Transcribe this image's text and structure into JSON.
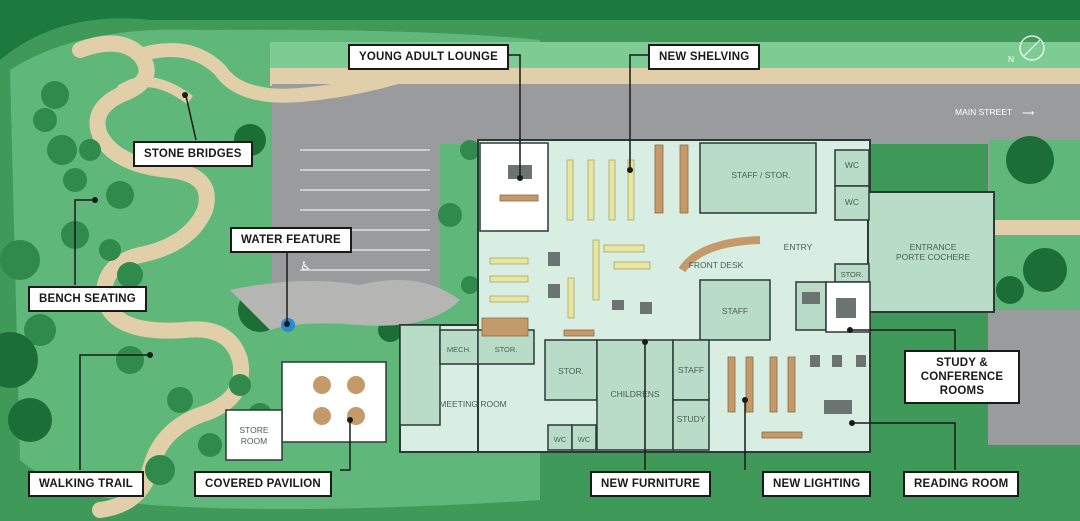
{
  "callouts": {
    "young_adult_lounge": "YOUNG ADULT LOUNGE",
    "new_shelving": "NEW SHELVING",
    "stone_bridges": "STONE BRIDGES",
    "water_feature": "WATER FEATURE",
    "bench_seating": "BENCH SEATING",
    "walking_trail": "WALKING TRAIL",
    "covered_pavilion": "COVERED PAVILION",
    "new_furniture": "NEW FURNITURE",
    "new_lighting": "NEW LIGHTING",
    "reading_room": "READING ROOM",
    "study_conference_line1": "STUDY &",
    "study_conference_line2": "CONFERENCE",
    "study_conference_line3": "ROOMS"
  },
  "rooms": {
    "staff_stor": "STAFF / STOR.",
    "wc": "WC",
    "entry": "ENTRY",
    "entrance_line1": "ENTRANCE",
    "entrance_line2": "PORTE COCHERE",
    "front_desk": "FRONT DESK",
    "staff": "STAFF",
    "stor": "STOR.",
    "mech": "MECH.",
    "meeting_room": "MEETING ROOM",
    "childrens": "CHILDRENS",
    "study": "STUDY",
    "store_room_line1": "STORE",
    "store_room_line2": "ROOM"
  },
  "street": {
    "name": "MAIN STREET",
    "arrow": "⟶"
  },
  "compass": {
    "letter": "N"
  },
  "colors": {
    "dark_green": "#1c7a3e",
    "mid_green": "#3f9a5a",
    "light_green": "#6cc088",
    "lawn_green": "#5fb87a",
    "trail_tan": "#e0cfa8",
    "parking_gray": "#9a9b9d",
    "floor_mint": "#d9eee2",
    "wall_dark": "#2a3a34",
    "shelf_yellow": "#e8e6a0",
    "wood": "#c49a6a"
  }
}
